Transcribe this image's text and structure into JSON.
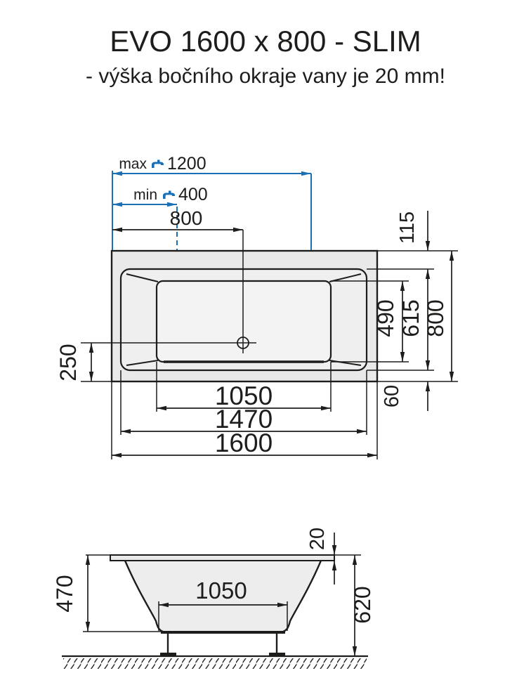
{
  "title": "EVO 1600 x 800 - SLIM",
  "subtitle": "- výška bočního okraje vany je 20 mm!",
  "colors": {
    "accent": "#1a6fb5",
    "line": "#1d1d1b",
    "fill_light": "#ebebeb"
  },
  "top_view": {
    "max_label": "max",
    "max_value": "1200",
    "min_label": "min",
    "min_value": "400",
    "tap_to_center": "800",
    "right": {
      "d115": "115",
      "d490": "490",
      "d615": "615",
      "d800": "800",
      "d60": "60"
    },
    "left": {
      "d250": "250"
    },
    "bottom": {
      "d1050": "1050",
      "d1470": "1470",
      "d1600": "1600"
    }
  },
  "side_view": {
    "d20": "20",
    "d470": "470",
    "d1050": "1050",
    "d620": "620"
  }
}
